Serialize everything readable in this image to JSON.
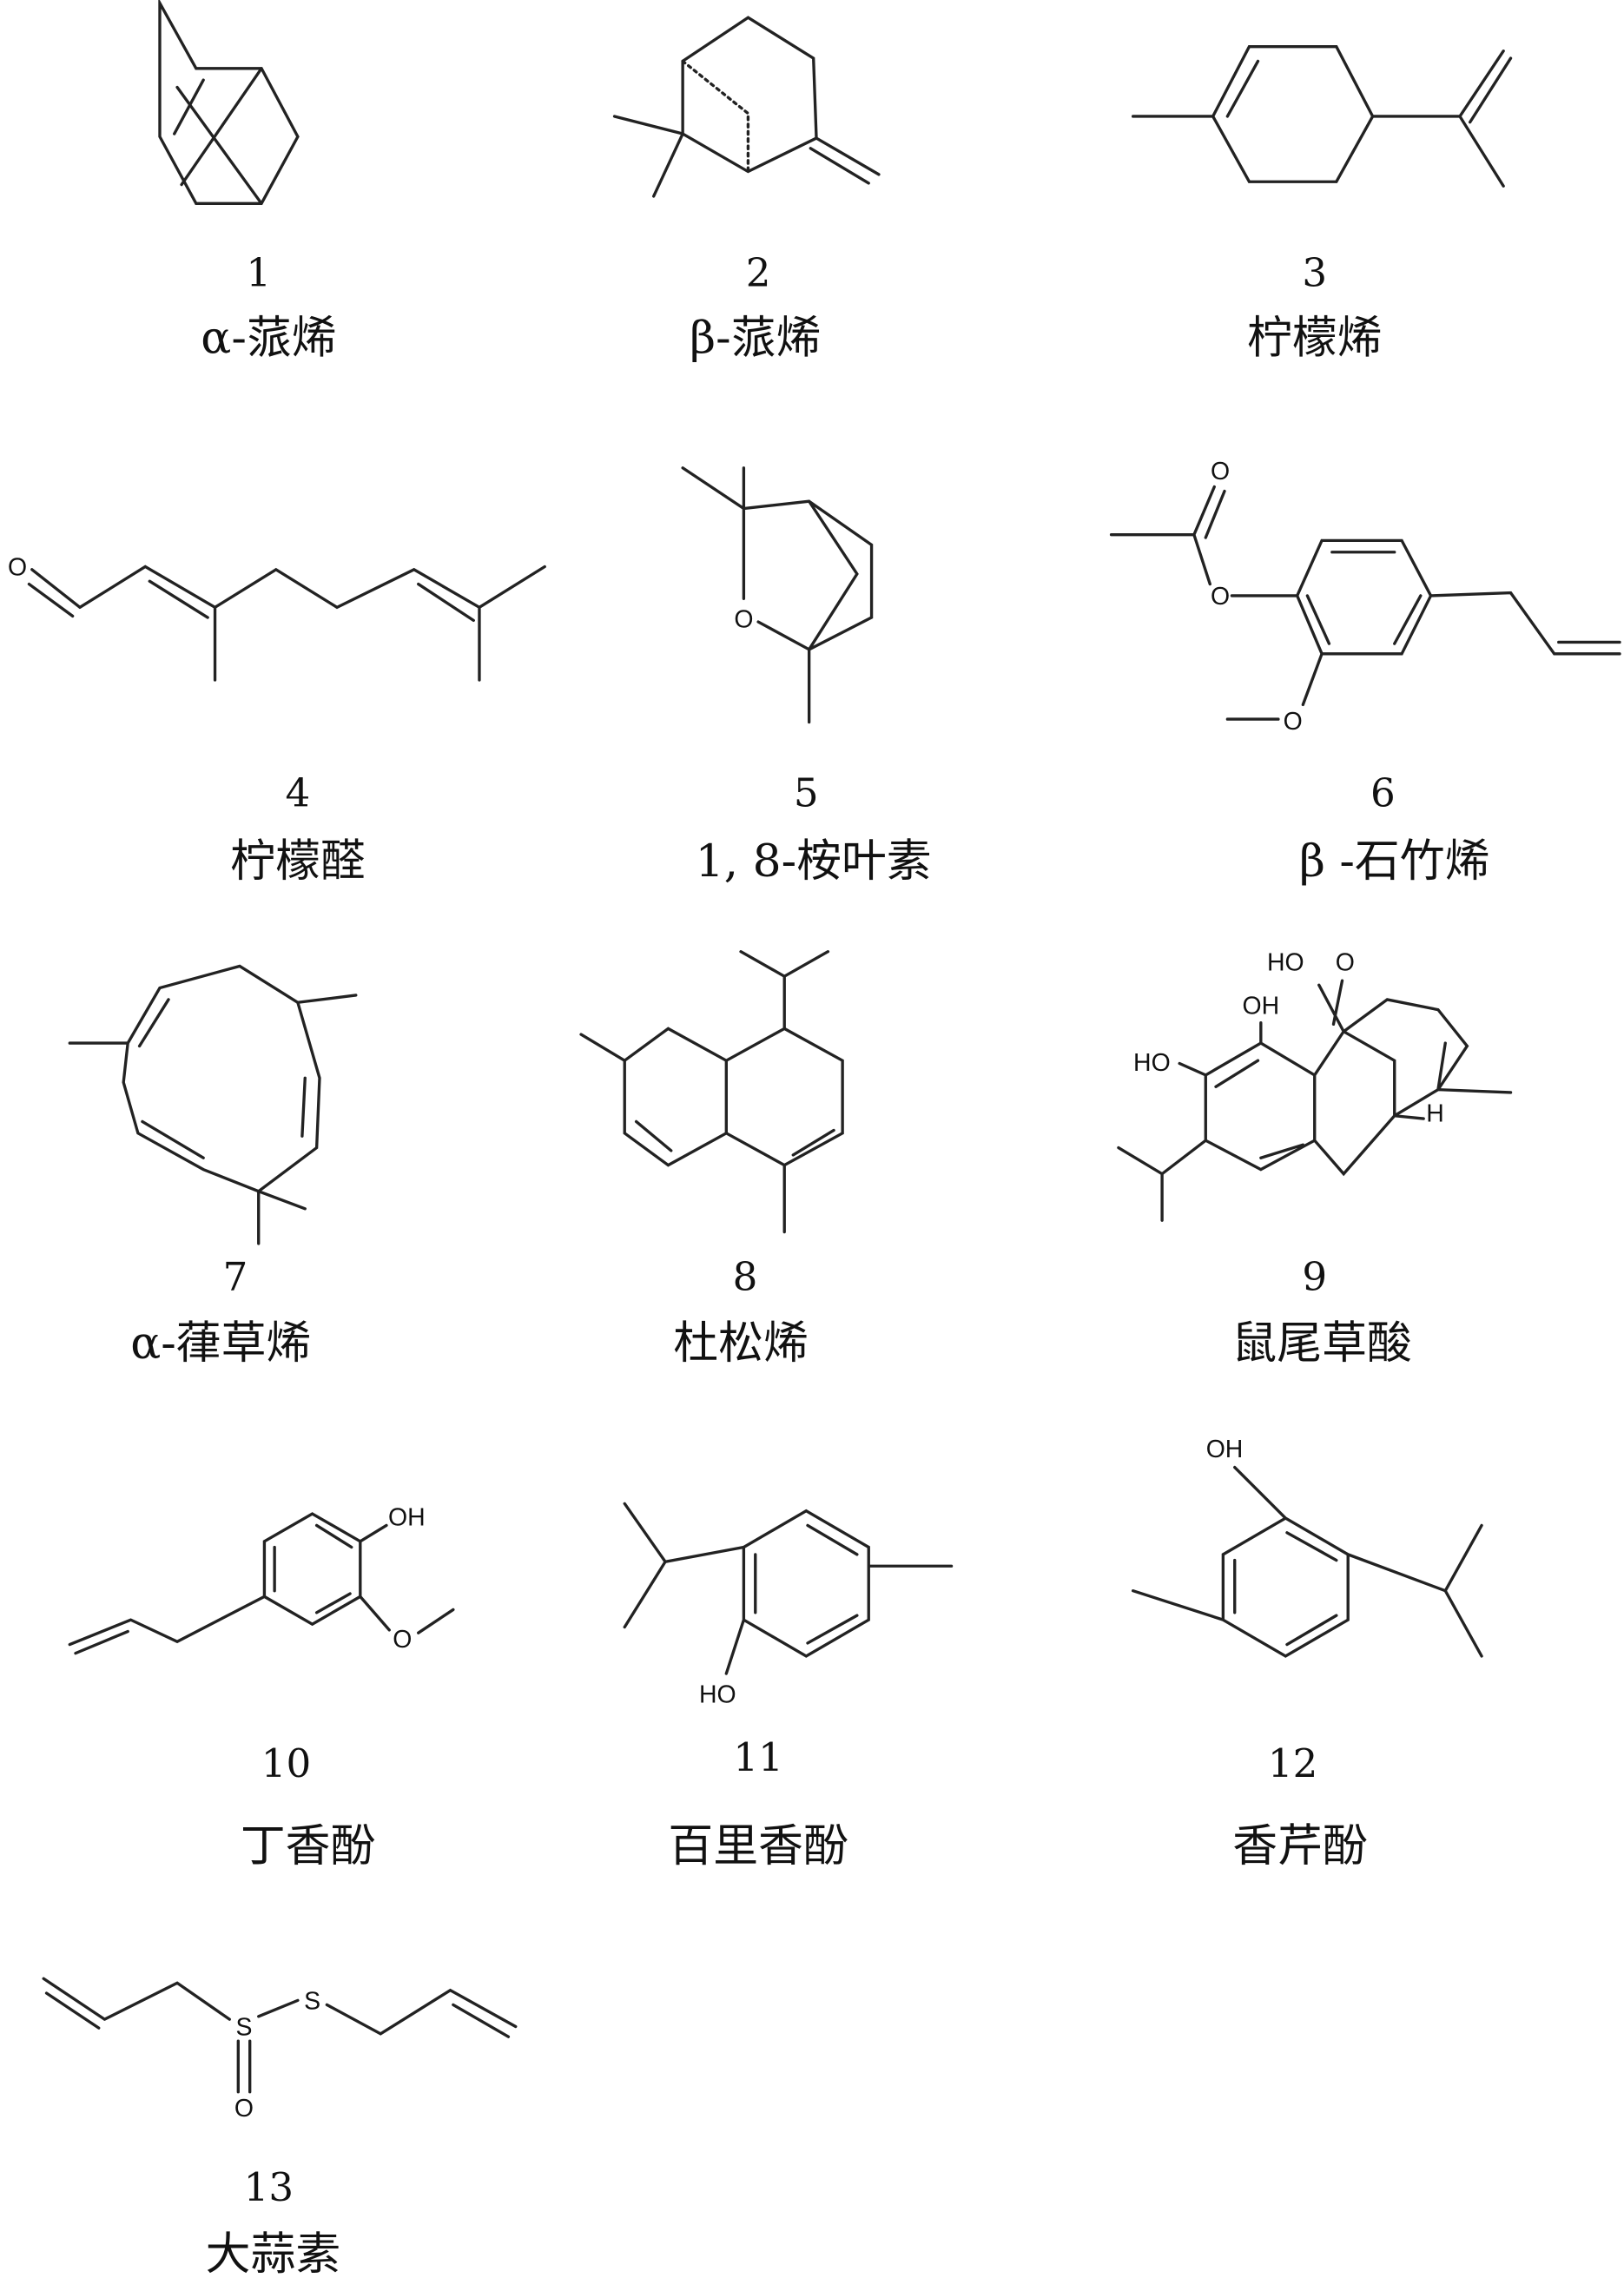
{
  "compounds": [
    {
      "number": "1",
      "name": "α-蒎烯"
    },
    {
      "number": "2",
      "name": "β-蒎烯"
    },
    {
      "number": "3",
      "name": "柠檬烯"
    },
    {
      "number": "4",
      "name": "柠檬醛"
    },
    {
      "number": "5",
      "name": "1, 8-桉叶素"
    },
    {
      "number": "6",
      "name": "β -石竹烯"
    },
    {
      "number": "7",
      "name": "α-葎草烯"
    },
    {
      "number": "8",
      "name": "杜松烯"
    },
    {
      "number": "9",
      "name": "鼠尾草酸"
    },
    {
      "number": "10",
      "name": "丁香酚"
    },
    {
      "number": "11",
      "name": "百里香酚"
    },
    {
      "number": "12",
      "name": "香芹酚"
    },
    {
      "number": "13",
      "name": "大蒜素"
    }
  ],
  "atoms": {
    "O": "O",
    "OH": "OH",
    "HO": "HO",
    "S": "S",
    "H": "H"
  }
}
